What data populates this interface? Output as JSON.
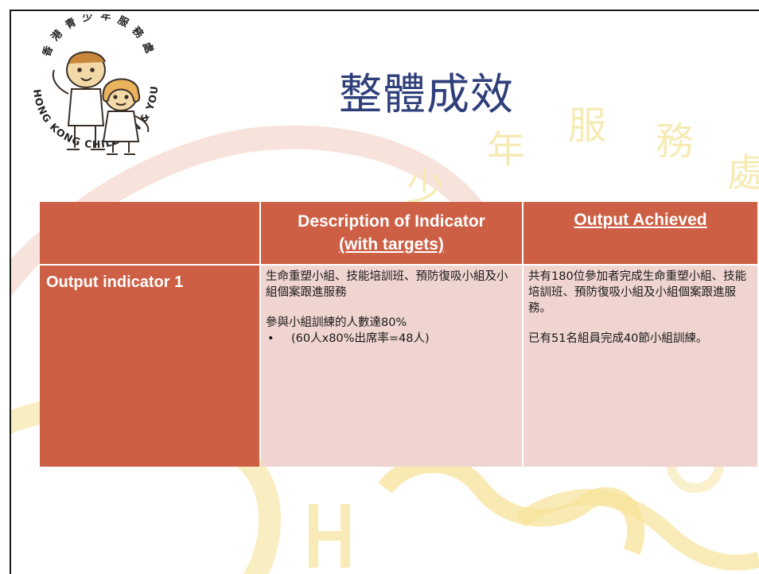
{
  "slide": {
    "title": "整體成效"
  },
  "logo": {
    "org_en": "HONG KONG CHILDREN & YOUTH SERVICES",
    "org_zh": "香港青少年服務處"
  },
  "watermark_text": "少年服務處",
  "table": {
    "headers": {
      "col0": "",
      "col1_line1": "Description of Indicator",
      "col1_line2": "(with targets)",
      "col2": "Output Achieved"
    },
    "rows": [
      {
        "label": "Output indicator 1",
        "description": {
          "para1": "生命重塑小組、技能培訓班、預防復吸小組及小組個案跟進服務",
          "para2": "參與小組訓練的人數達80%",
          "bullet": "(60人x80%出席率=48人)"
        },
        "output": {
          "para1": "共有180位參加者完成生命重塑小組、技能培訓班、預防復吸小組及小組個案跟進服務。",
          "para2": "已有51名組員完成40節小組訓練。"
        }
      }
    ]
  },
  "colors": {
    "header_fill": "#cd5f45",
    "body_fill": "#efd4d0",
    "title": "#2f3f7a",
    "watermark": "#f6ebb4"
  }
}
